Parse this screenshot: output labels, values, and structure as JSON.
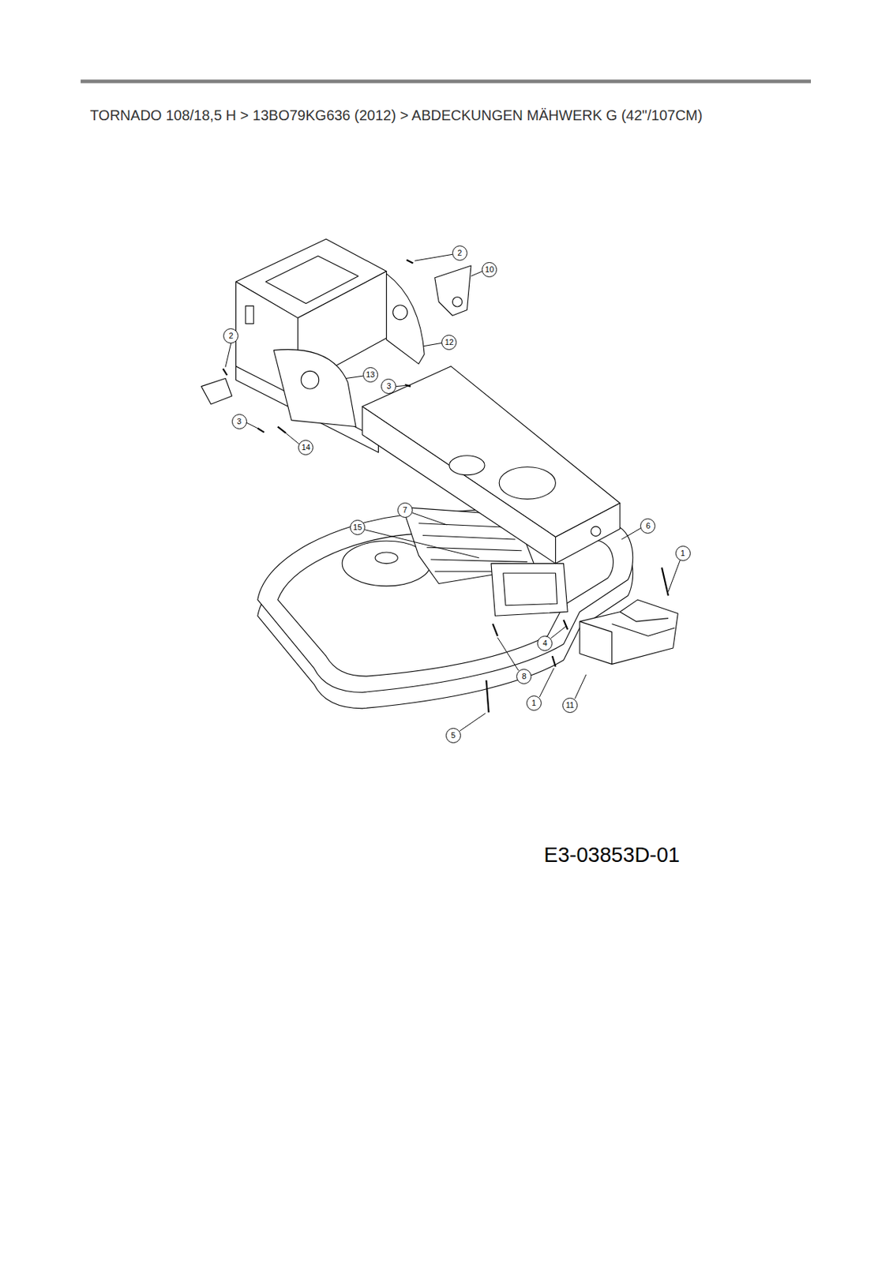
{
  "diagram": {
    "title": "TORNADO 108/18,5 H > 13BO79KG636 (2012) > ABDECKUNGEN MÄHWERK G (42\"/107CM)",
    "labels": [
      "2",
      "10",
      "2",
      "12",
      "13",
      "3",
      "3",
      "14",
      "7",
      "15",
      "6",
      "1",
      "4",
      "8",
      "1",
      "11",
      "5",
      "E3-03853D-01"
    ]
  }
}
